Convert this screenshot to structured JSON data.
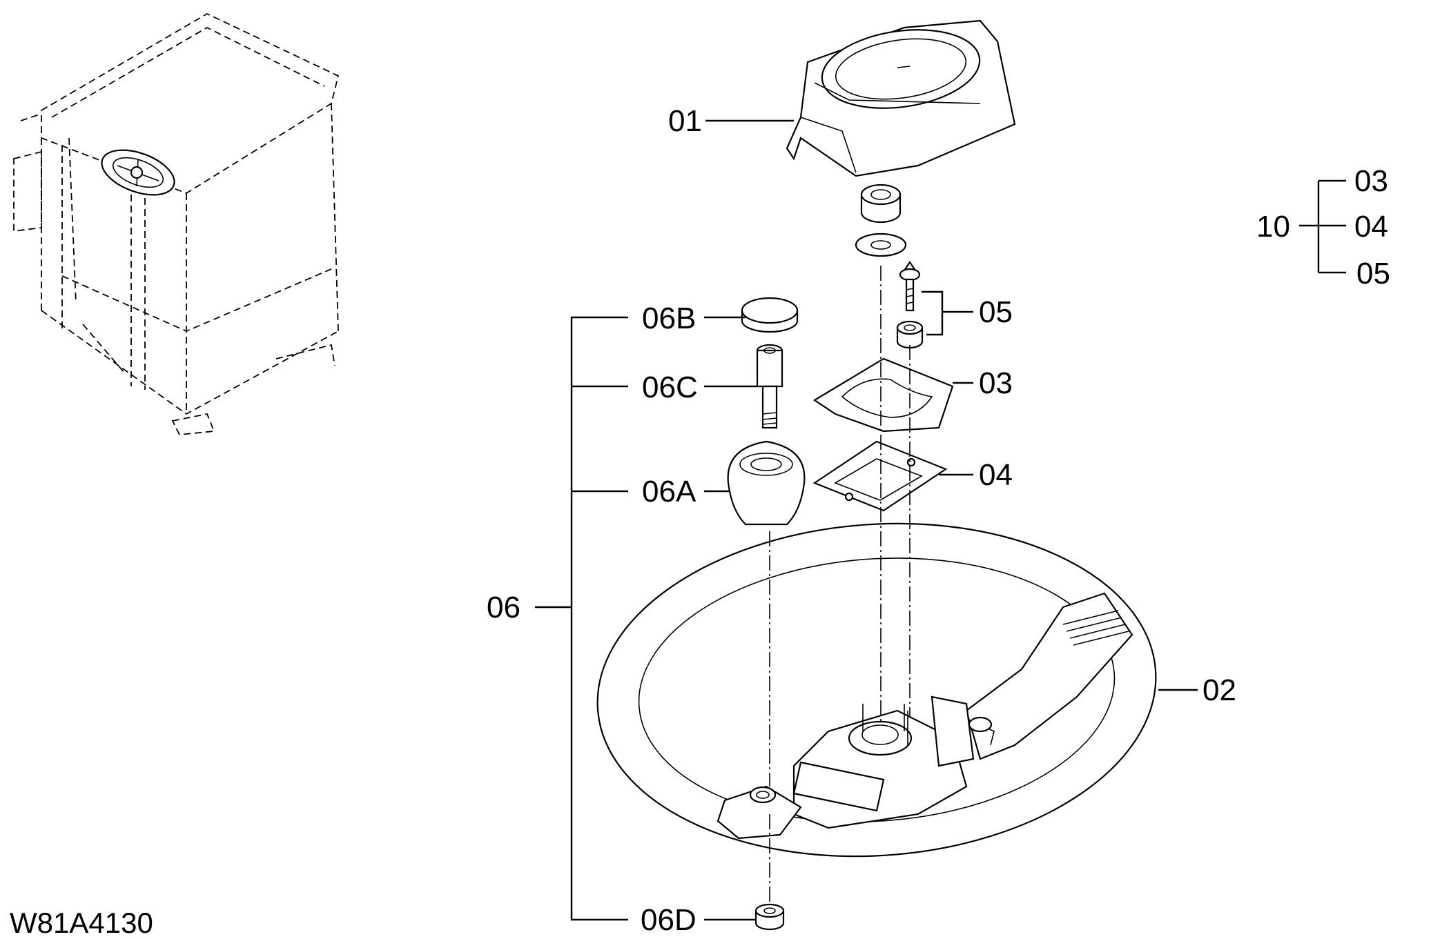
{
  "drawing_code": "W81A4130",
  "labels": {
    "p01": "01",
    "p02": "02",
    "p03": "03",
    "p04": "04",
    "p05": "05",
    "p06": "06",
    "p06a": "06A",
    "p06b": "06B",
    "p06c": "06C",
    "p06d": "06D",
    "kit_10": "10",
    "kit_03": "03",
    "kit_04": "04",
    "kit_05": "05"
  }
}
